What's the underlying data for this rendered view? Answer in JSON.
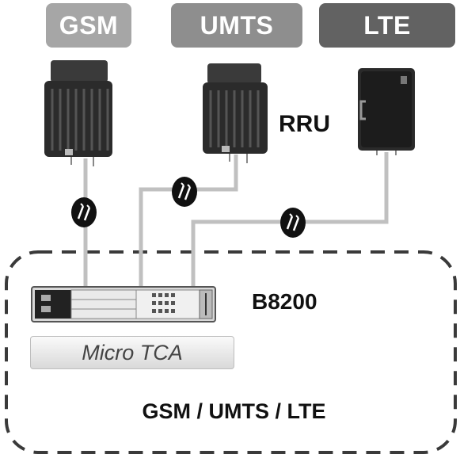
{
  "techs": [
    {
      "label": "GSM",
      "color": "#a6a6a6"
    },
    {
      "label": "UMTS",
      "color": "#8e8e8e"
    },
    {
      "label": "LTE",
      "color": "#626262"
    }
  ],
  "rru_label": "RRU",
  "b8200_label": "B8200",
  "micro_tca_label": "Micro TCA",
  "footer_label": "GSM / UMTS / LTE",
  "icons": {
    "link": "fiber-link-icon",
    "rru_unit": "rru-unit-icon",
    "lte_unit": "lte-rru-unit-icon",
    "chassis": "b8200-chassis-icon"
  },
  "colors": {
    "line": "#bdbdbd",
    "dash": "#3a3a3a",
    "device_dark": "#2b2b2b"
  }
}
